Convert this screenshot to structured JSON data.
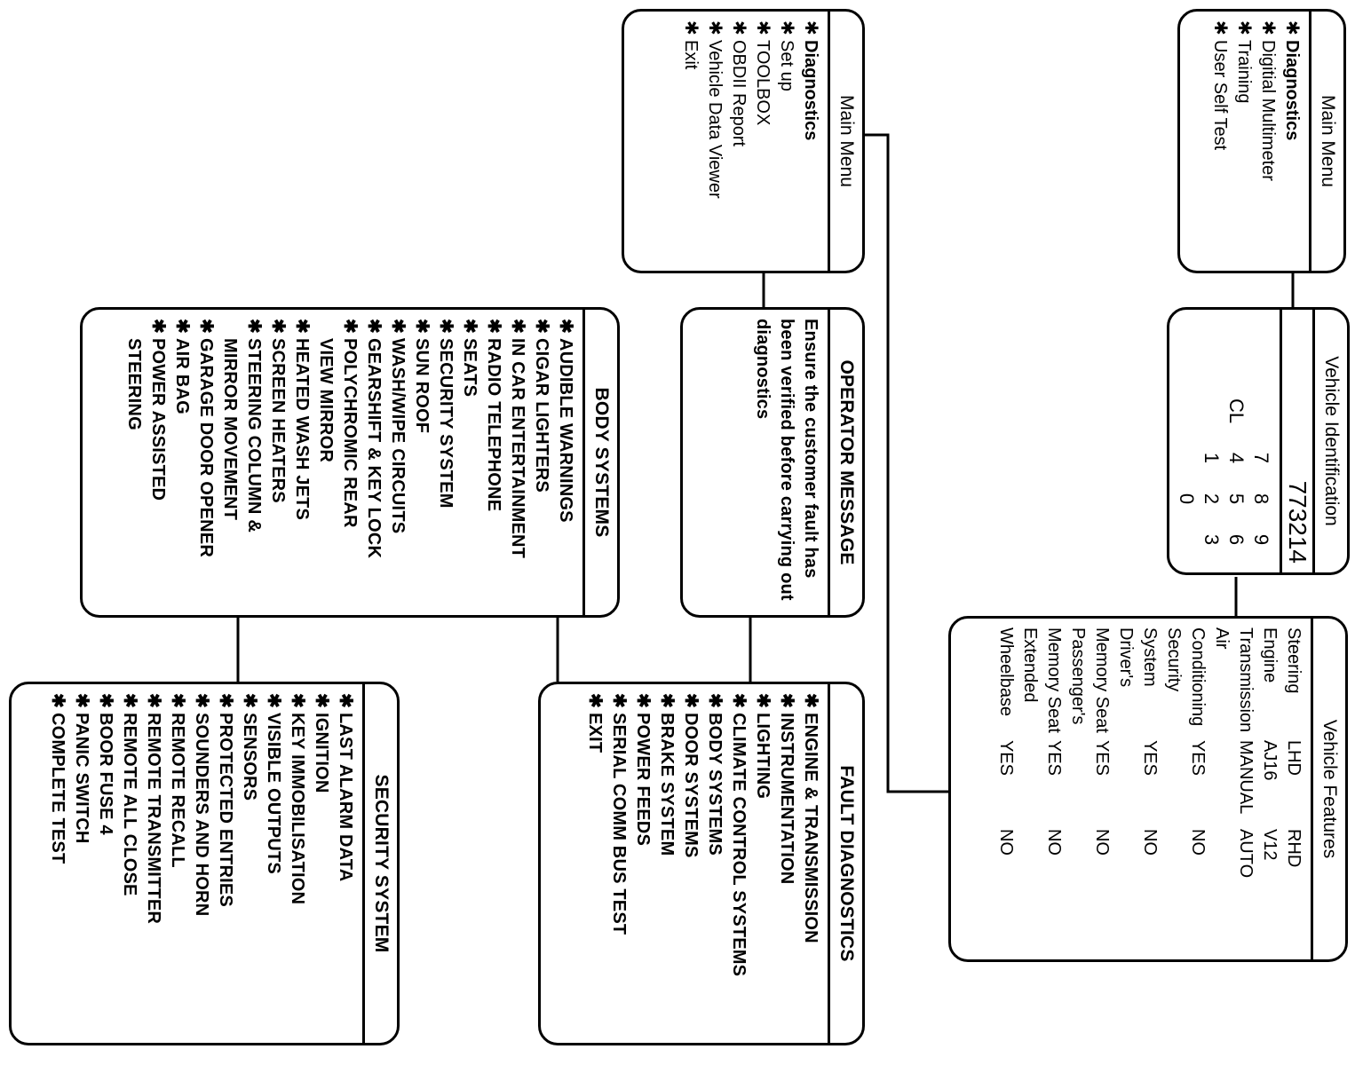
{
  "main_menu_1": {
    "title": "Main Menu",
    "items": [
      "Diagnostics",
      "Digitial Multimeter",
      "Training",
      "User Self Test"
    ]
  },
  "vehicle_identification": {
    "title": "Vehicle Identification",
    "number": "773214",
    "keypad": [
      "",
      "7",
      "8",
      "9",
      "CL",
      "4",
      "5",
      "6",
      "",
      "1",
      "2",
      "3",
      "",
      "",
      "0",
      ""
    ]
  },
  "vehicle_features": {
    "title": "Vehicle Features",
    "rows": [
      {
        "label": "Steering",
        "v1": "LHD",
        "v2": "RHD"
      },
      {
        "label": "Engine",
        "v1": "AJ16",
        "v2": "V12"
      },
      {
        "label": "Transmission",
        "v1": "MANUAL",
        "v2": "AUTO"
      },
      {
        "label": "Air",
        "v1": "",
        "v2": ""
      },
      {
        "label": "Conditioning",
        "v1": "YES",
        "v2": "NO"
      },
      {
        "label": "Security",
        "v1": "",
        "v2": ""
      },
      {
        "label": "System",
        "v1": "YES",
        "v2": "NO"
      },
      {
        "label": "Driver's",
        "v1": "",
        "v2": ""
      },
      {
        "label": "Memory Seat",
        "v1": "YES",
        "v2": "NO"
      },
      {
        "label": "Passenger's",
        "v1": "",
        "v2": ""
      },
      {
        "label": "Memory Seat",
        "v1": "YES",
        "v2": "NO"
      },
      {
        "label": "Extended",
        "v1": "",
        "v2": ""
      },
      {
        "label": "Wheelbase",
        "v1": "YES",
        "v2": "NO"
      }
    ]
  },
  "main_menu_2": {
    "title": "Main Menu",
    "items": [
      "Diagnostics",
      "Set up",
      "TOOLBOX",
      "OBDII Report",
      "Vehicle Data Viewer",
      "Exit"
    ]
  },
  "operator_message": {
    "title": "OPERATOR MESSAGE",
    "text": "Ensure the customer fault has been verified before carrying out diagnostics"
  },
  "fault_diagnostics": {
    "title": "FAULT DIAGNOSTICS",
    "items": [
      "ENGINE & TRANSMISSION",
      "INSTRUMENTATION",
      "LIGHTING",
      "CLIMATE CONTROL SYSTEMS",
      "BODY SYSTEMS",
      "DOOR SYSTEMS",
      "BRAKE SYSTEM",
      "POWER FEEDS",
      "SERIAL COMM BUS TEST",
      "EXIT"
    ]
  },
  "body_systems": {
    "title": "BODY SYSTEMS",
    "items": [
      {
        "text": "AUDIBLE WARNINGS",
        "bullet": true
      },
      {
        "text": "CIGAR LIGHTERS",
        "bullet": true
      },
      {
        "text": "IN CAR ENTERTAINMENT",
        "bullet": true
      },
      {
        "text": "RADIO TELEPHONE",
        "bullet": true
      },
      {
        "text": "SEATS",
        "bullet": true
      },
      {
        "text": "SECURITY SYSTEM",
        "bullet": true
      },
      {
        "text": "SUN ROOF",
        "bullet": true
      },
      {
        "text": "WASH/WIPE CIRCUITS",
        "bullet": true
      },
      {
        "text": "GEARSHIFT & KEY LOCK",
        "bullet": true
      },
      {
        "text": "POLYCHROMIC REAR",
        "bullet": true
      },
      {
        "text": "VIEW MIRROR",
        "bullet": false
      },
      {
        "text": "HEATED WASH JETS",
        "bullet": true
      },
      {
        "text": "SCREEN HEATERS",
        "bullet": true
      },
      {
        "text": "STEERING COLUMN &",
        "bullet": true
      },
      {
        "text": "MIRROR MOVEMENT",
        "bullet": false
      },
      {
        "text": "GARAGE DOOR OPENER",
        "bullet": true
      },
      {
        "text": "AIR BAG",
        "bullet": true
      },
      {
        "text": "POWER ASSISTED",
        "bullet": true
      },
      {
        "text": "STEERING",
        "bullet": false
      }
    ]
  },
  "security_system": {
    "title": "SECURITY SYSTEM",
    "items": [
      "LAST ALARM DATA",
      "IGNITION",
      "KEY IMMOBILISATION",
      "VISIBLE OUTPUTS",
      "SENSORS",
      "PROTECTED ENTRIES",
      "SOUNDERS AND HORN",
      "REMOTE RECALL",
      "REMOTE TRANSMITTER",
      "REMOTE ALL CLOSE",
      "BOOR FUSE 4",
      "PANIC SWITCH",
      "COMPLETE TEST"
    ]
  }
}
